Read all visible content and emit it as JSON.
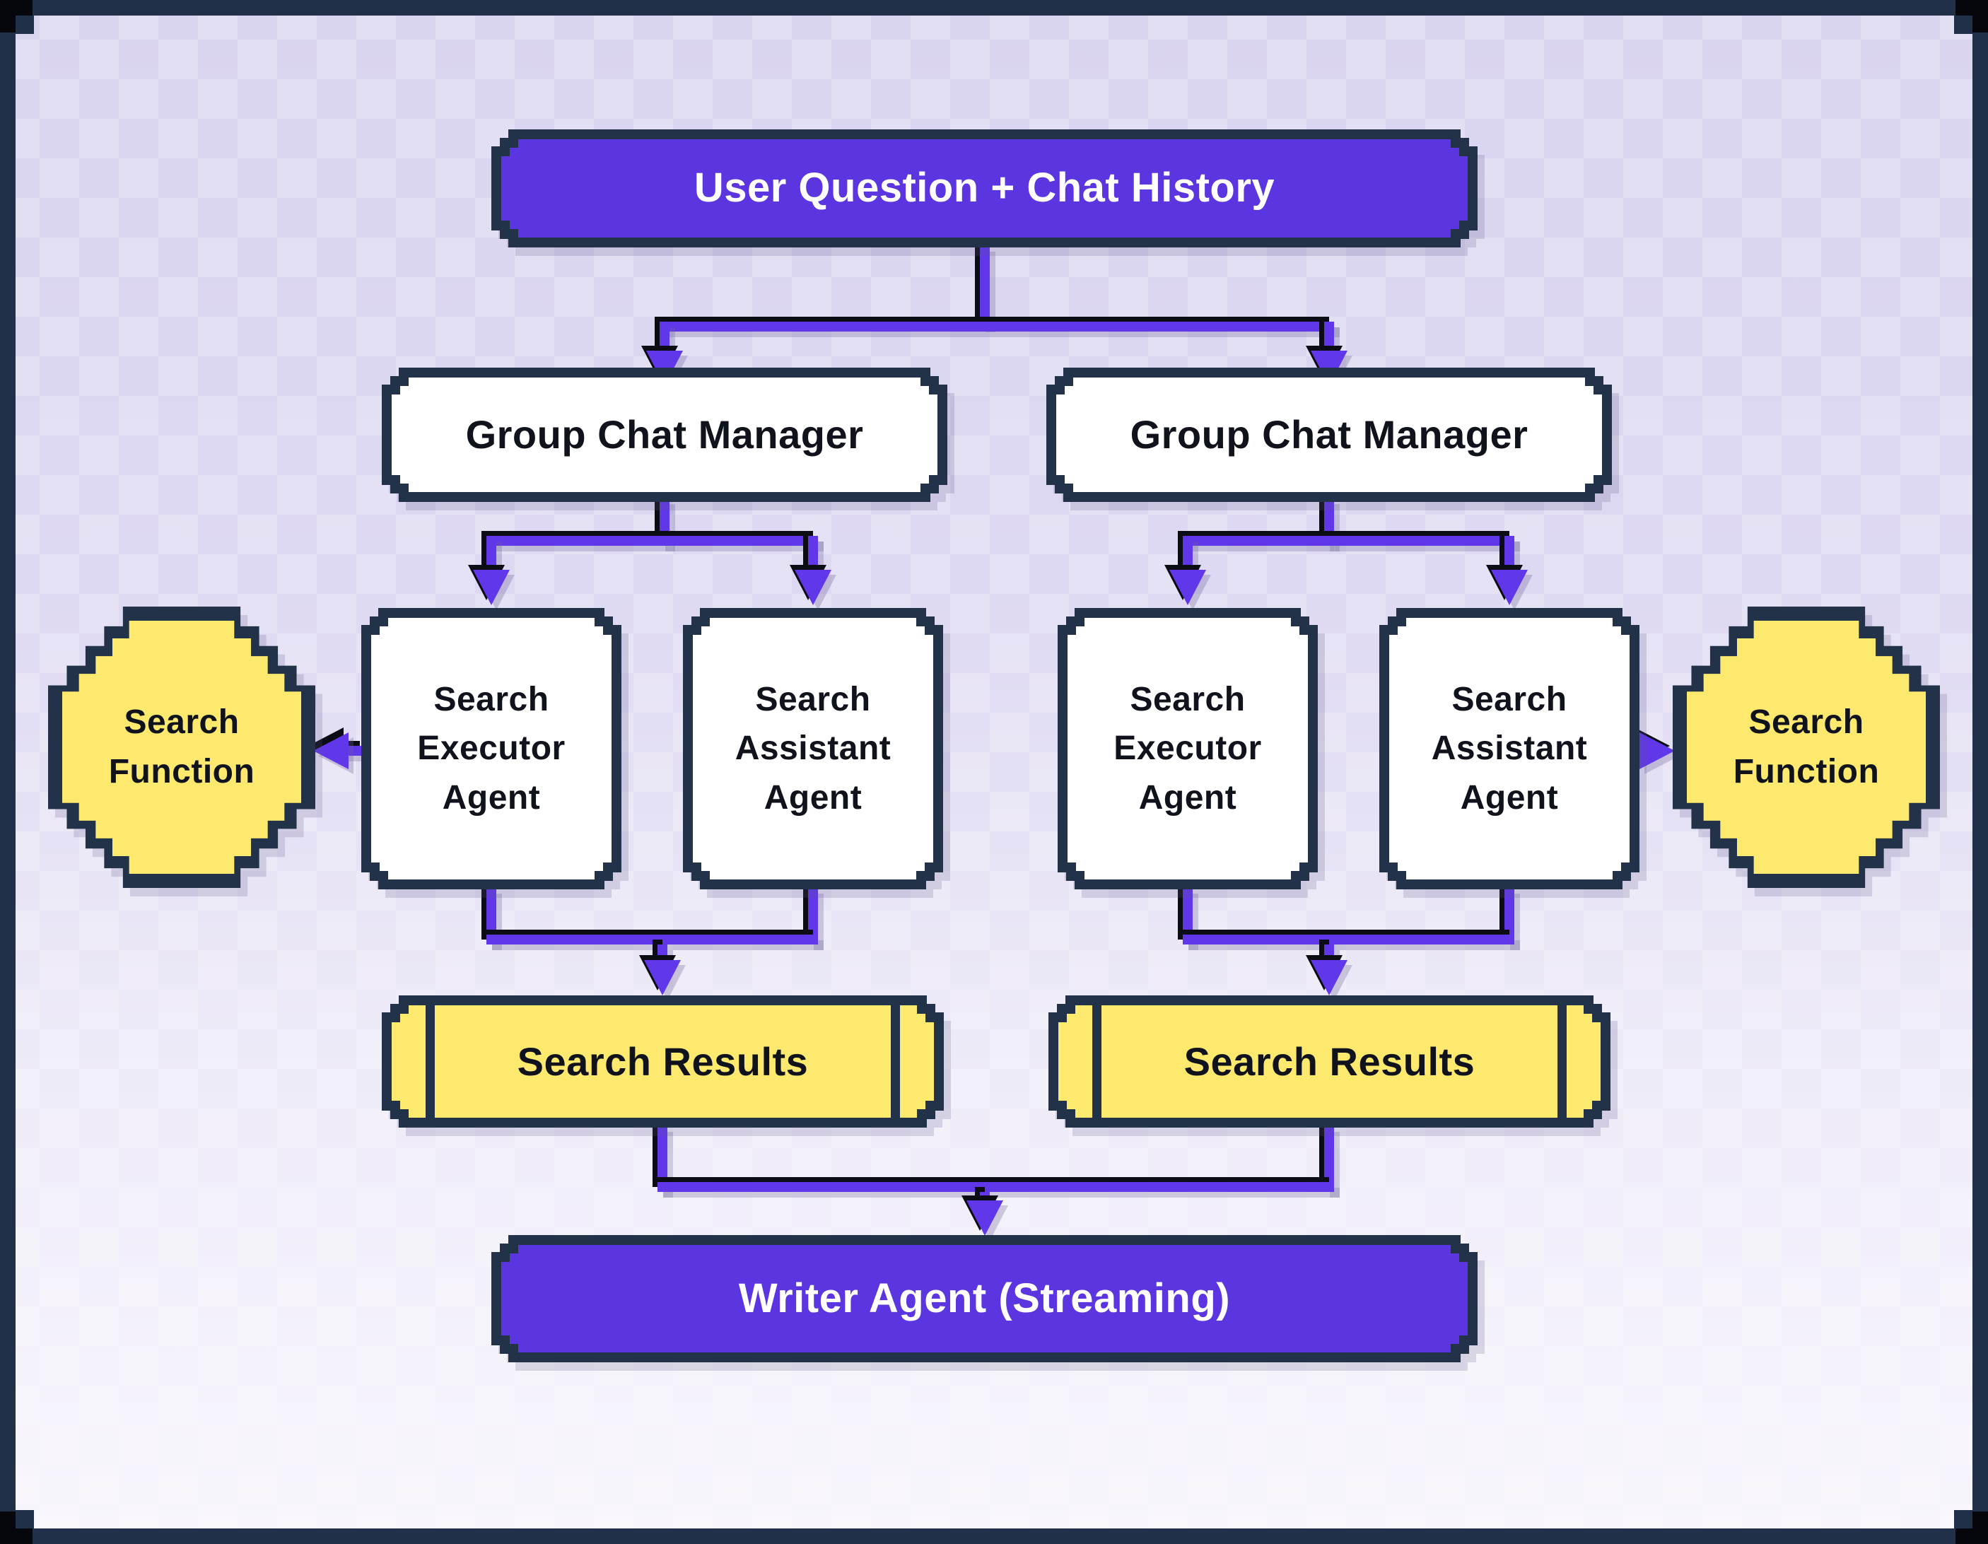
{
  "diagram": {
    "nodes": {
      "user_question": {
        "label": "User Question + Chat History",
        "shape": "pixel-rect",
        "fill": "#5a35e0",
        "text_color": "#ffffff"
      },
      "group_chat_manager_left": {
        "label": "Group Chat Manager",
        "shape": "pixel-rect",
        "fill": "#ffffff",
        "text_color": "#10131c"
      },
      "group_chat_manager_right": {
        "label": "Group Chat Manager",
        "shape": "pixel-rect",
        "fill": "#ffffff",
        "text_color": "#10131c"
      },
      "search_executor_agent_left": {
        "label": "Search Executor Agent",
        "shape": "pixel-rect",
        "fill": "#ffffff",
        "text_color": "#10131c"
      },
      "search_assistant_agent_left": {
        "label": "Search Assistant Agent",
        "shape": "pixel-rect",
        "fill": "#ffffff",
        "text_color": "#10131c"
      },
      "search_executor_agent_right": {
        "label": "Search Executor Agent",
        "shape": "pixel-rect",
        "fill": "#ffffff",
        "text_color": "#10131c"
      },
      "search_assistant_agent_right": {
        "label": "Search Assistant Agent",
        "shape": "pixel-rect",
        "fill": "#ffffff",
        "text_color": "#10131c"
      },
      "search_function_left": {
        "label": "Search Function",
        "shape": "pixel-octagon",
        "fill": "#fce96e",
        "text_color": "#10131c"
      },
      "search_function_right": {
        "label": "Search Function",
        "shape": "pixel-octagon",
        "fill": "#fce96e",
        "text_color": "#10131c"
      },
      "search_results_left": {
        "label": "Search Results",
        "shape": "pixel-cartridge",
        "fill": "#fce96e",
        "text_color": "#10131c"
      },
      "search_results_right": {
        "label": "Search Results",
        "shape": "pixel-cartridge",
        "fill": "#fce96e",
        "text_color": "#10131c"
      },
      "writer_agent": {
        "label": "Writer Agent (Streaming)",
        "shape": "pixel-rect",
        "fill": "#5a35e0",
        "text_color": "#ffffff"
      }
    },
    "edges": [
      {
        "from": "user_question",
        "to": "group_chat_manager_left"
      },
      {
        "from": "user_question",
        "to": "group_chat_manager_right"
      },
      {
        "from": "group_chat_manager_left",
        "to": "search_executor_agent_left"
      },
      {
        "from": "group_chat_manager_left",
        "to": "search_assistant_agent_left"
      },
      {
        "from": "group_chat_manager_right",
        "to": "search_executor_agent_right"
      },
      {
        "from": "group_chat_manager_right",
        "to": "search_assistant_agent_right"
      },
      {
        "from": "search_executor_agent_left",
        "to": "search_function_left"
      },
      {
        "from": "search_assistant_agent_right",
        "to": "search_function_right"
      },
      {
        "from": "search_executor_agent_left",
        "to": "search_results_left"
      },
      {
        "from": "search_assistant_agent_left",
        "to": "search_results_left"
      },
      {
        "from": "search_executor_agent_right",
        "to": "search_results_right"
      },
      {
        "from": "search_assistant_agent_right",
        "to": "search_results_right"
      },
      {
        "from": "search_results_left",
        "to": "writer_agent"
      },
      {
        "from": "search_results_right",
        "to": "writer_agent"
      }
    ],
    "colors": {
      "background_top": "#d9d4ef",
      "background_bottom": "#f8f6fc",
      "frame": "#203049",
      "node_border": "#223249",
      "arrow": "#6137ea",
      "arrow_shadow": "#0c0d14",
      "accent_purple": "#5a35e0",
      "accent_yellow": "#fce96e"
    }
  }
}
